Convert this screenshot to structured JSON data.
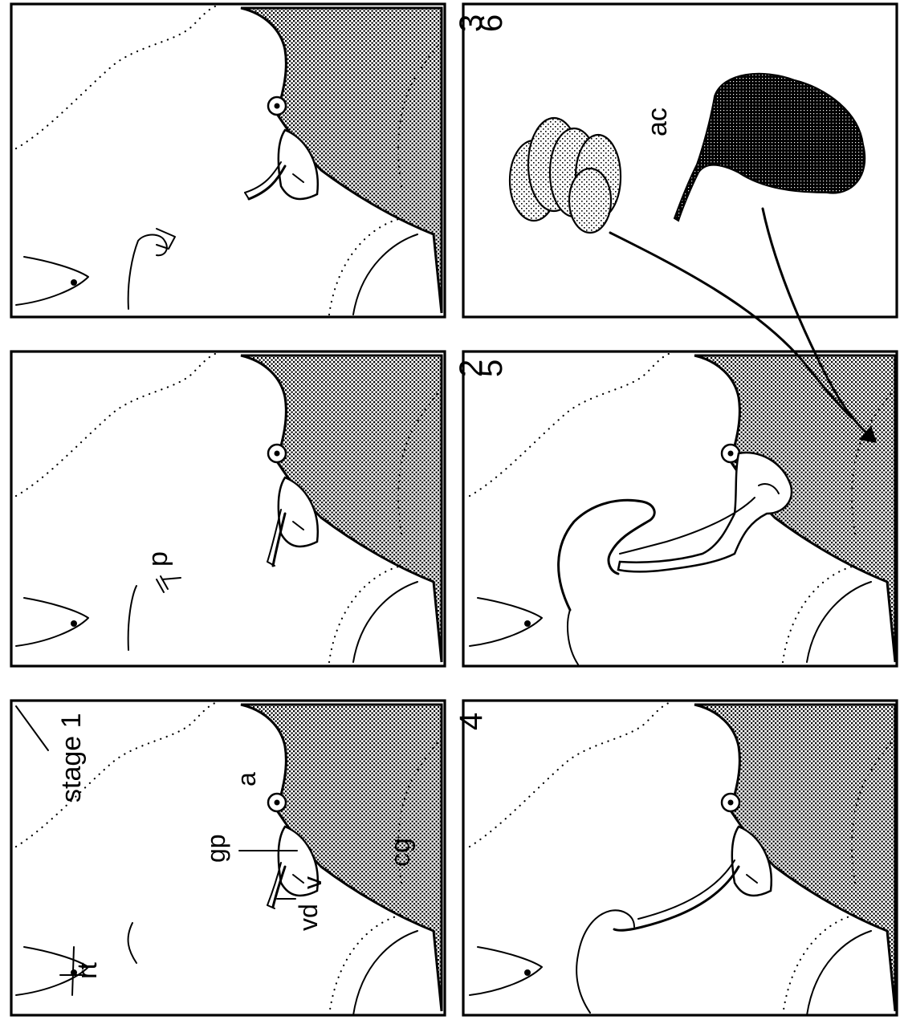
{
  "figure": {
    "panels": [
      {
        "number": "stage 1",
        "labels": {
          "rt": "rt",
          "gp": "gp",
          "a": "a",
          "cg": "cg",
          "vd": "vd",
          "v": "v"
        }
      },
      {
        "number": "2",
        "labels": {
          "p": "p"
        }
      },
      {
        "number": "3"
      },
      {
        "number": "4"
      },
      {
        "number": "5"
      },
      {
        "number": "6",
        "labels": {
          "ac": "ac"
        }
      }
    ]
  }
}
